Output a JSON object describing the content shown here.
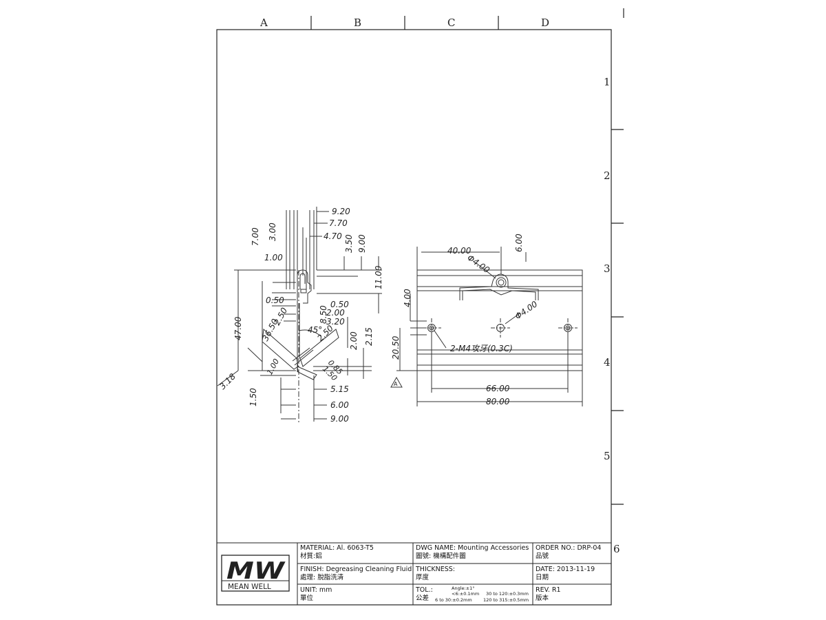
{
  "zones": {
    "columns": [
      "A",
      "B",
      "C",
      "D"
    ],
    "rows": [
      "1",
      "2",
      "3",
      "4",
      "5",
      "6"
    ]
  },
  "side_view": {
    "dims": [
      "9.20",
      "7.70",
      "4.70",
      "7.00",
      "3.00",
      "3.50",
      "9.00",
      "1.00",
      "11.00",
      "0.50",
      "0.50",
      "8.50",
      "2.00",
      "3.20",
      "2.50",
      "45°",
      "36.50",
      "47.00",
      "2.50",
      "2.00",
      "2.15",
      "1.00",
      "0.85",
      "1.50",
      "3.18",
      "1.50",
      "5.15",
      "6.00",
      "9.00"
    ]
  },
  "front_view": {
    "dims": [
      "40.00",
      "Φ4.00",
      "6.00",
      "4.00",
      "Φ4.00",
      "20.50",
      "2-M4攻牙(0.3C)",
      "66.00",
      "80.00"
    ],
    "datum_mark": "A"
  },
  "logo": {
    "mark": "MW",
    "company": "MEAN WELL"
  },
  "title_block": {
    "material": "MATERIAL: Al. 6063-T5",
    "material_zh": "材質:鋁",
    "finish": "FINISH: Degreasing Cleaning Fluid",
    "finish_zh": "處理: 脫脂洗清",
    "unit": "UNIT: mm",
    "unit_zh": "單位",
    "dwg_name": "DWG NAME: Mounting Accessories",
    "dwg_name_zh": "圖號: 機構配件圖",
    "thickness": "THICKNESS:",
    "thickness_zh": "厚度",
    "tol": "TOL.:",
    "tol_zh": "公差",
    "tol_angle": "Angle:±1°",
    "tol_r1": "<6:±0.1mm",
    "tol_r2": "6 to  30:±0.2mm",
    "tol_r3": "30 to 120:±0.3mm",
    "tol_r4": "120 to 315:±0.5mm",
    "order_no": "ORDER NO.: DRP-04",
    "order_no_zh": "品號",
    "date": "DATE: 2013-11-19",
    "date_zh": "日期",
    "rev": "REV. R1",
    "rev_zh": "版本"
  }
}
